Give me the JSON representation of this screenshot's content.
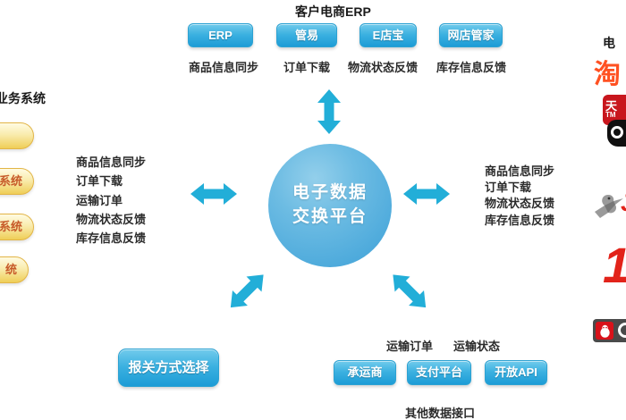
{
  "top": {
    "title": "客户电商ERP",
    "buttons": [
      "ERP",
      "管易",
      "E店宝",
      "网店管家"
    ],
    "labels": [
      "商品信息同步",
      "订单下载",
      "物流状态反馈",
      "库存信息反馈"
    ]
  },
  "left": {
    "title": "业务系统",
    "buttons": [
      "",
      "系统",
      "系统",
      "统"
    ],
    "labels": [
      "商品信息同步",
      "订单下载",
      "运输订单",
      "物流状态反馈",
      "库存信息反馈"
    ]
  },
  "hub": {
    "line1": "电子数据",
    "line2": "交换平台"
  },
  "right": {
    "title": "电",
    "labels": [
      "商品信息同步",
      "订单下载",
      "物流状态反馈",
      "库存信息反馈"
    ],
    "logos": {
      "taobao": "淘",
      "tmall_cn": "天",
      "tmall_en": "TM",
      "jd_letter": "J",
      "yihaodian": "1"
    }
  },
  "bottom": {
    "customs_button": "报关方式选择",
    "labels": [
      "运输订单",
      "运输状态"
    ],
    "buttons": [
      "承运商",
      "支付平台",
      "开放API"
    ],
    "caption": "其他数据接口"
  },
  "colors": {
    "arrow_cyan": "#22aed8",
    "button_blue_top": "#72cbec",
    "button_blue_bottom": "#1d9cd6",
    "hub_blue": "#4fabdc",
    "yellow_button_gold": "#efce58",
    "yellow_button_text": "#c75b2a",
    "taobao_orange": "#ff5122",
    "tmall_red": "#c8161d",
    "jd_yhd_red": "#e2231a",
    "qq_box_gray": "#4a4a4a"
  }
}
